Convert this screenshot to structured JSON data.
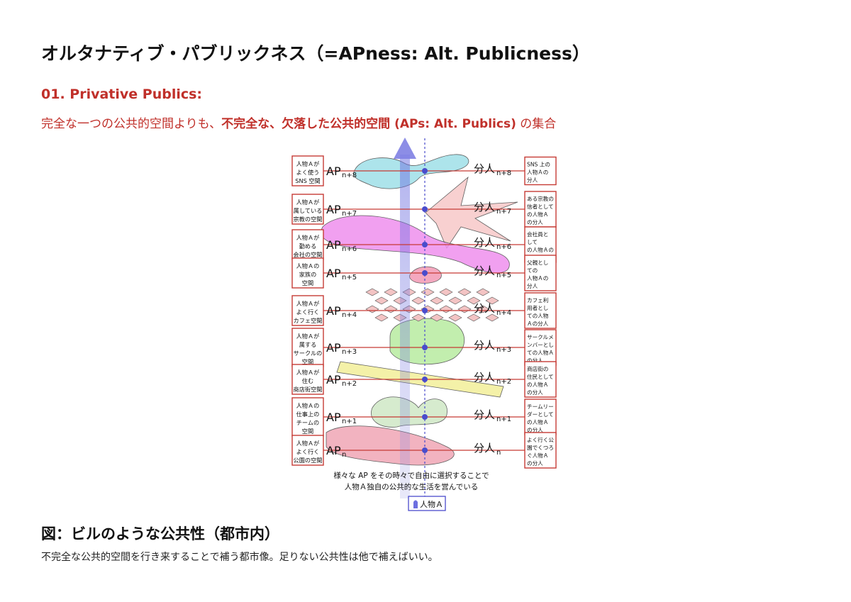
{
  "heading": {
    "title": "オルタナティブ・パブリックネス（=APness: Alt. Publicness）"
  },
  "section": {
    "head": "01. Privative Publics:",
    "line_prefix": "完全な一つの公共的空間よりも、",
    "line_emphasis": "不完全な、欠落した公共的空間 (APs: Alt. Publics)",
    "line_suffix": " の集合"
  },
  "diagram": {
    "rows": [
      {
        "left": [
          "人物Ａが",
          "よく使う",
          "SNS 空間"
        ],
        "ap": "AP",
        "ap_sub": "n+8",
        "bun": "分人",
        "bun_sub": "n+8",
        "right": [
          "SNS 上の",
          "人物Ａの",
          "分人"
        ]
      },
      {
        "left": [
          "人物Ａが",
          "属している",
          "宗教の空間"
        ],
        "ap": "AP",
        "ap_sub": "n+7",
        "bun": "分人",
        "bun_sub": "n+7",
        "right": [
          "ある宗教の",
          "信者として",
          "の人物Ａ",
          "の分人"
        ]
      },
      {
        "left": [
          "人物Ａが",
          "勤める",
          "会社の空間"
        ],
        "ap": "AP",
        "ap_sub": "n+6",
        "bun": "分人",
        "bun_sub": "n+6",
        "right": [
          "会社員と",
          "して",
          "の人物Ａの",
          "分人"
        ]
      },
      {
        "left": [
          "人物Ａの",
          "家族の",
          "空間"
        ],
        "ap": "AP",
        "ap_sub": "n+5",
        "bun": "分人",
        "bun_sub": "n+5",
        "right": [
          "父親とし",
          "ての",
          "人物Ａの",
          "分人"
        ]
      },
      {
        "left": [
          "人物Ａが",
          "よく行く",
          "カフェ空間"
        ],
        "ap": "AP",
        "ap_sub": "n+4",
        "bun": "分人",
        "bun_sub": "n+4",
        "right": [
          "カフェ利",
          "用者とし",
          "ての人物",
          "Ａの分人"
        ]
      },
      {
        "left": [
          "人物Ａが",
          "属する",
          "サークルの",
          "空間"
        ],
        "ap": "AP",
        "ap_sub": "n+3",
        "bun": "分人",
        "bun_sub": "n+3",
        "right": [
          "サークルメ",
          "ンバーとし",
          "ての人物Ａ",
          "の分人"
        ]
      },
      {
        "left": [
          "人物Ａが",
          "住む",
          "商店街空間"
        ],
        "ap": "AP",
        "ap_sub": "n+2",
        "bun": "分人",
        "bun_sub": "n+2",
        "right": [
          "商店街の",
          "住民として",
          "の人物Ａ",
          "の分人"
        ]
      },
      {
        "left": [
          "人物Ａの",
          "仕事上の",
          "チームの",
          "空間"
        ],
        "ap": "AP",
        "ap_sub": "n+1",
        "bun": "分人",
        "bun_sub": "n+1",
        "right": [
          "チームリー",
          "ダーとして",
          "の人物Ａ",
          "の分人"
        ]
      },
      {
        "left": [
          "人物Ａが",
          "よく行く",
          "公園の空間"
        ],
        "ap": "AP",
        "ap_sub": "n",
        "bun": "分人",
        "bun_sub": "n",
        "right": [
          "よく行く公",
          "園でくつろ",
          "ぐ人物Ａ",
          "の分人"
        ]
      }
    ],
    "bottom_caption": [
      "様々な AP をその時々で自由に選択することで",
      "人物Ａ独自の公共的な生活を営んでいる"
    ],
    "person_label": "人物Ａ"
  },
  "figure": {
    "title": "図：ビルのような公共性（都市内）",
    "caption": "不完全な公共的空間を行き来することで補う都市像。足りない公共性は他で補えばいい。"
  }
}
